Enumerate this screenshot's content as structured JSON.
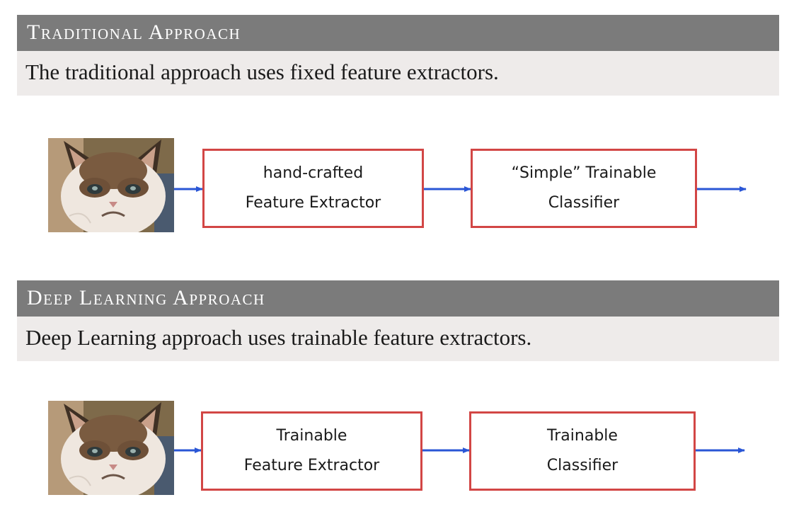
{
  "sections": [
    {
      "title": "Traditional Approach",
      "description": "The traditional approach uses fixed feature extractors.",
      "stages": [
        {
          "line1": "hand-crafted",
          "line2": "Feature Extractor"
        },
        {
          "line1": "“Simple” Trainable",
          "line2": "Classifier"
        }
      ]
    },
    {
      "title": "Deep Learning Approach",
      "description": "Deep Learning approach uses trainable feature extractors.",
      "stages": [
        {
          "line1": "Trainable",
          "line2": "Feature Extractor"
        },
        {
          "line1": "Trainable",
          "line2": "Classifier"
        }
      ]
    }
  ],
  "colors": {
    "header_bg": "#7b7b7b",
    "description_bg": "#eeebea",
    "box_border": "#d24645",
    "arrow": "#2a56d6"
  },
  "icons": [
    "cat-photo",
    "arrow-right-icon"
  ]
}
